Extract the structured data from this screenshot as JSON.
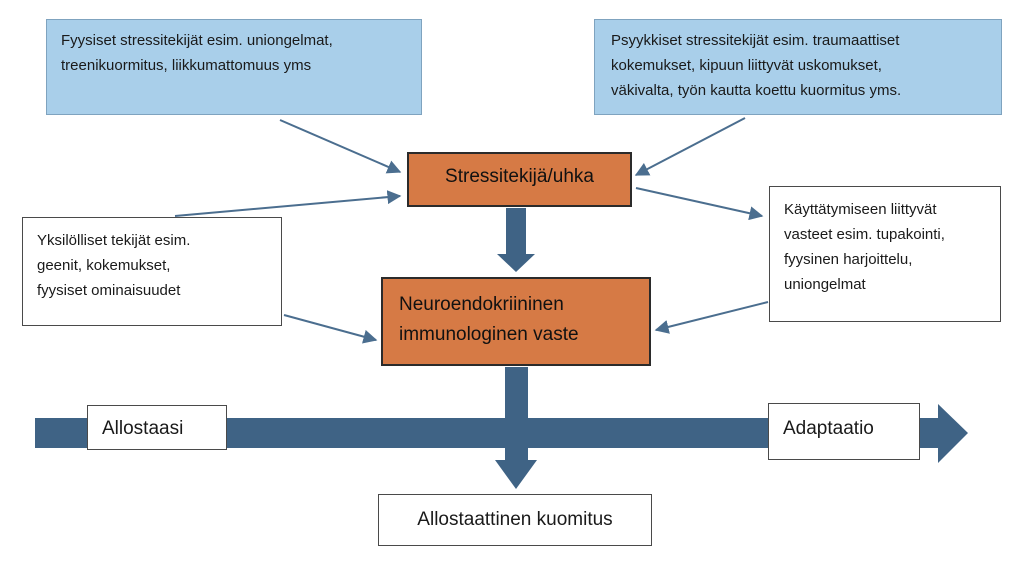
{
  "diagram": {
    "physical_stressors": {
      "lines": [
        "Fyysiset stressitekijät esim. uniongelmat,",
        "treenikuormitus, liikkumattomuus yms"
      ]
    },
    "psychological_stressors": {
      "lines": [
        "Psyykkiset stressitekijät esim. traumaattiset",
        "kokemukset, kipuun liittyvät uskomukset,",
        "väkivalta,  työn kautta koettu kuormitus yms."
      ]
    },
    "stressor": {
      "label": "Stressitekijä/uhka"
    },
    "response": {
      "lines": [
        "Neuroendokriininen",
        "immunologinen vaste"
      ]
    },
    "individual_factors": {
      "lines": [
        "Yksilölliset tekijät esim.",
        "geenit, kokemukset,",
        "fyysiset ominaisuudet"
      ]
    },
    "behavioural_responses": {
      "lines": [
        "Käyttätymiseen  liittyvät",
        "vasteet esim. tupakointi,",
        "fyysinen harjoittelu,",
        "uniongelmat"
      ]
    },
    "allostasis": {
      "label": "Allostaasi"
    },
    "adaptation": {
      "label": "Adaptaatio"
    },
    "allostatic_load": {
      "label": "Allostaattinen kuomitus"
    }
  },
  "colors": {
    "input_box": "#a9cfea",
    "process_box": "#d67a45",
    "arrow": "#3f6385",
    "thin_arrow": "#4b6e8f",
    "border": "#4a4a4a"
  }
}
